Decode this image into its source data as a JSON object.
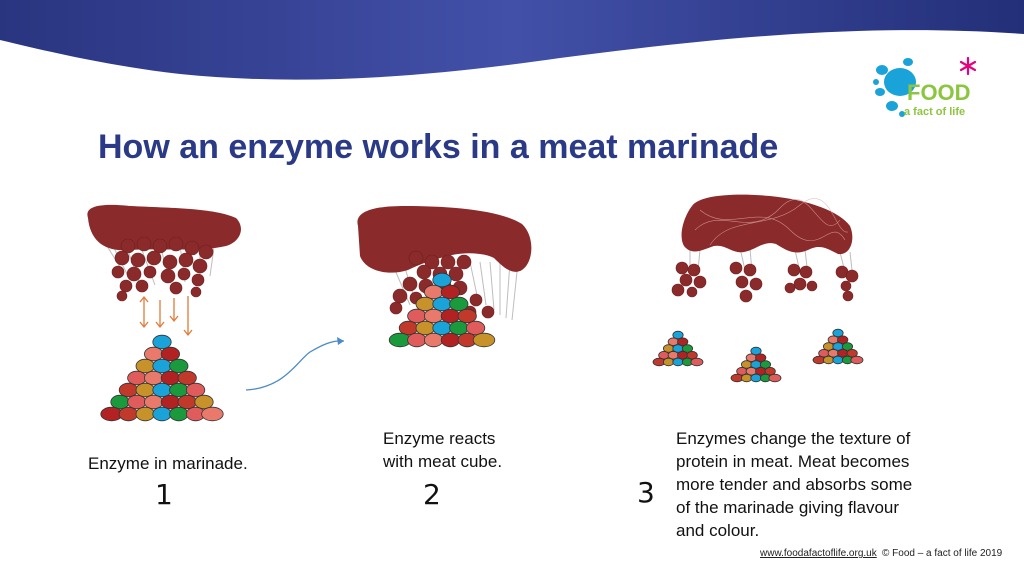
{
  "title": "How an enzyme works in a meat marinade",
  "steps": [
    {
      "caption": "Enzyme in marinade.",
      "number": "1"
    },
    {
      "caption_lines": [
        "Enzyme reacts",
        "with meat cube."
      ],
      "number": "2"
    },
    {
      "caption_lines": [
        "Enzymes change the texture of",
        "protein in meat. Meat becomes",
        "more tender and absorbs some",
        "of the marinade giving flavour",
        "and colour."
      ],
      "number": "3"
    }
  ],
  "logo": {
    "word": "FOOD",
    "tagline": "a fact of life"
  },
  "footer": {
    "link": "www.foodafactoflife.org.uk",
    "copyright": "© Food – a fact of life 2019"
  },
  "colors": {
    "title": "#2b3a86",
    "banner": "#2e3a8c",
    "meat": "#8b2a2a",
    "logo_green": "#8cc63f",
    "logo_blue": "#1aa3d9",
    "logo_pink": "#e6007e",
    "arrow": "#e07b39",
    "curve": "#4a8bc4"
  }
}
